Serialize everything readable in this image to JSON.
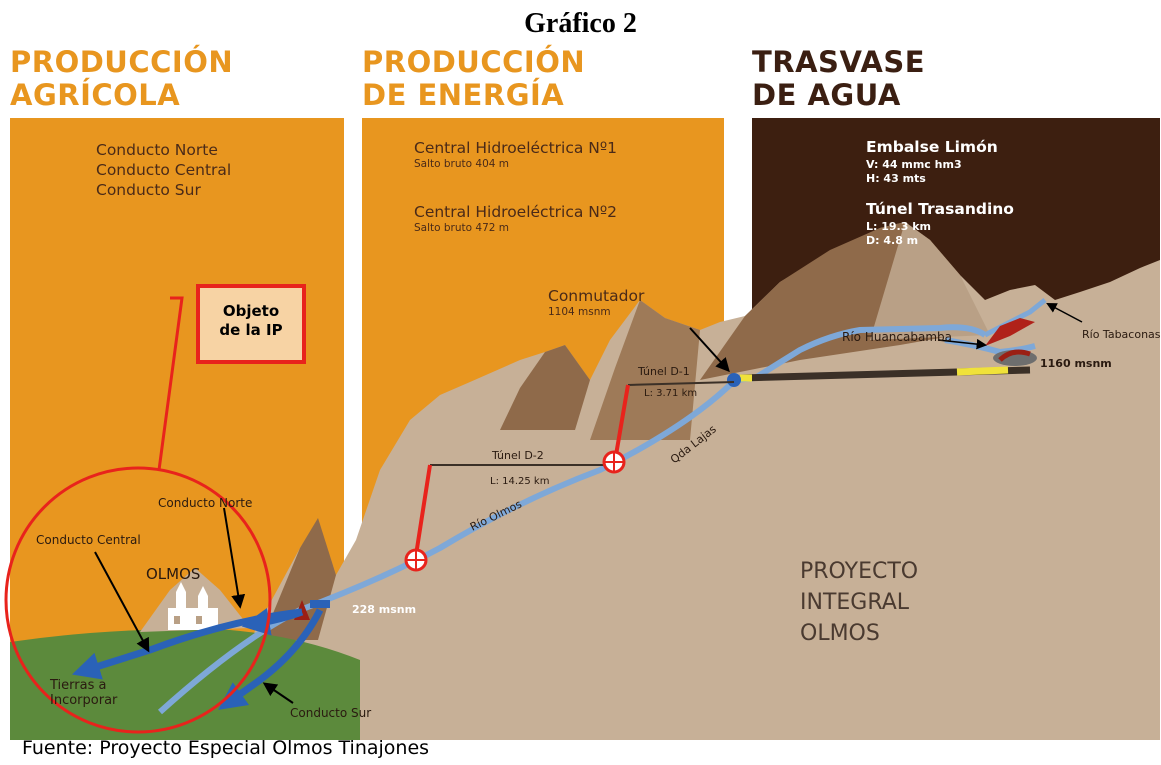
{
  "title": "Gráfico 2",
  "headers": {
    "agricola": [
      "PRODUCCIÓN",
      "AGRÍCOLA"
    ],
    "energia": [
      "PRODUCCIÓN",
      "DE ENERGÍA"
    ],
    "trasvase": [
      "TRASVASE",
      "DE AGUA"
    ]
  },
  "agricola_panel": [
    "Conducto Norte",
    "Conducto Central",
    "Conducto Sur"
  ],
  "energia_panel": {
    "c1_title": "Central Hidroeléctrica Nº1",
    "c1_sub": "Salto bruto 404 m",
    "c2_title": "Central Hidroeléctrica Nº2",
    "c2_sub": "Salto bruto 472 m",
    "conmutador": "Conmutador",
    "conmutador_alt": "1104 msnm"
  },
  "trasvase_panel": {
    "embalse_title": "Embalse Limón",
    "embalse_v": "V: 44 mmc hm3",
    "embalse_h": "H: 43 mts",
    "tunel_title": "Túnel Trasandino",
    "tunel_l": "L: 19.3 km",
    "tunel_d": "D: 4.8 m"
  },
  "ip_box": [
    "Objeto",
    "de la IP"
  ],
  "labels": {
    "tunel_d1": "Túnel D-1",
    "tunel_d1_len": "L: 3.71 km",
    "tunel_d2": "Túnel D-2",
    "tunel_d2_len": "L: 14.25 km",
    "rio_olmos": "Río Olmos",
    "qda_lajas": "Qda Lajas",
    "rio_huancabamba": "Río Huancabamba",
    "rio_tabaconas": "Río Tabaconas",
    "alt_1160": "1160 msnm",
    "alt_228": "228 msnm",
    "olmos": "OLMOS",
    "conducto_norte": "Conducto Norte",
    "conducto_central": "Conducto Central",
    "conducto_sur": "Conducto Sur",
    "tierras": [
      "Tierras a",
      "Incorporar"
    ]
  },
  "project": [
    "PROYECTO",
    "INTEGRAL",
    "OLMOS"
  ],
  "source": "Fuente: Proyecto Especial Olmos Tinajones",
  "colors": {
    "orange_panel": "#e8961f",
    "dark_panel": "#3d1f10",
    "mountain": "#c7b097",
    "mountain_dark": "#8f6a4a",
    "green": "#5c8a3c",
    "river": "#7ea8d8",
    "conduit": "#2a62b8",
    "red": "#e8231c"
  }
}
